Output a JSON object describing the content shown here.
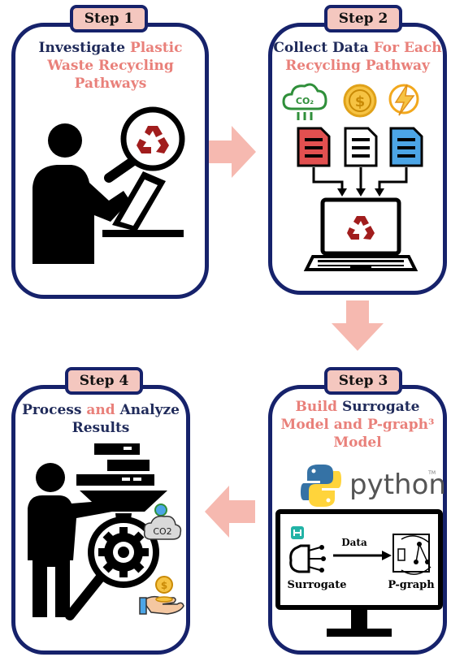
{
  "steps": [
    {
      "label": "Step 1",
      "title": [
        {
          "t": "Investigate ",
          "c": "dk"
        },
        {
          "t": "Plastic Waste Recycling Pathways",
          "c": "hl"
        }
      ]
    },
    {
      "label": "Step 2",
      "title": [
        {
          "t": "Collect Data ",
          "c": "dk"
        },
        {
          "t": "For Each Recycling Pathway",
          "c": "hl"
        }
      ],
      "icons": {
        "co2": "CO₂",
        "money": "$"
      }
    },
    {
      "label": "Step 3",
      "title": [
        {
          "t": "Build ",
          "c": "hl"
        },
        {
          "t": "Surrogate ",
          "c": "dk"
        },
        {
          "t": "Model and P-graph³ Model",
          "c": "hl"
        }
      ],
      "python_text": "python",
      "python_tm": "TM",
      "screen": {
        "left_label": "Surrogate",
        "arrow_label": "Data",
        "right_label": "P-graph"
      }
    },
    {
      "label": "Step 4",
      "title": [
        {
          "t": "Process ",
          "c": "dk"
        },
        {
          "t": "and ",
          "c": "hl"
        },
        {
          "t": "Analyze Results",
          "c": "dk"
        }
      ],
      "icons": {
        "co2": "CO2",
        "money": "$"
      }
    }
  ],
  "colors": {
    "navy": "#16226b",
    "tab": "#f4c7bf",
    "accent": "#e9807a",
    "arrow": "#f6b9b0",
    "recycle": "#a11d1d"
  }
}
